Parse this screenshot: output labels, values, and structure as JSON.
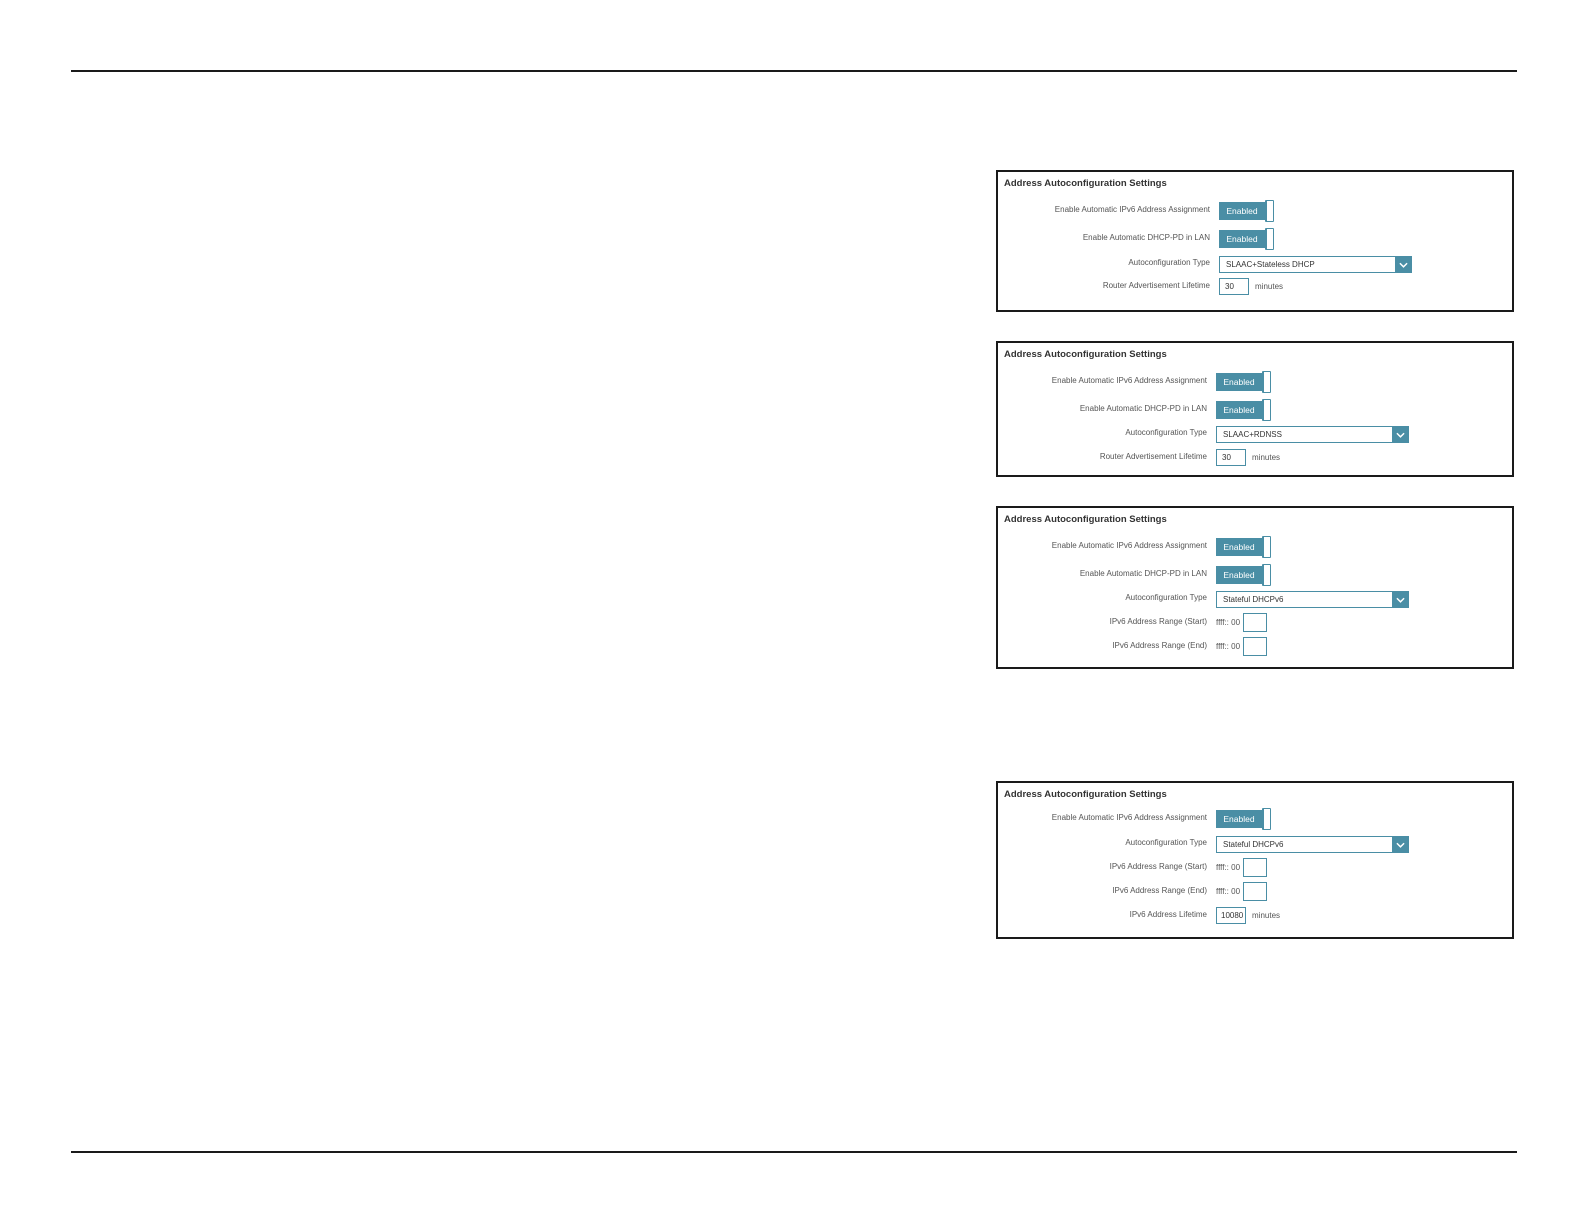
{
  "colors": {
    "accent": "#4a8ea5",
    "rule": "#1a1a1a"
  },
  "panels": [
    {
      "title": "Address Autoconfiguration Settings",
      "ipv6_assignment": {
        "label": "Enable Automatic IPv6 Address Assignment",
        "value": "Enabled"
      },
      "dhcp_pd": {
        "label": "Enable Automatic DHCP-PD in LAN",
        "value": "Enabled"
      },
      "autoconfig_type": {
        "label": "Autoconfiguration Type",
        "value": "SLAAC+Stateless DHCP"
      },
      "ra_lifetime": {
        "label": "Router Advertisement Lifetime",
        "value": "30",
        "unit": "minutes"
      }
    },
    {
      "title": "Address Autoconfiguration Settings",
      "ipv6_assignment": {
        "label": "Enable Automatic IPv6 Address Assignment",
        "value": "Enabled"
      },
      "dhcp_pd": {
        "label": "Enable Automatic DHCP-PD in LAN",
        "value": "Enabled"
      },
      "autoconfig_type": {
        "label": "Autoconfiguration Type",
        "value": "SLAAC+RDNSS"
      },
      "ra_lifetime": {
        "label": "Router Advertisement Lifetime",
        "value": "30",
        "unit": "minutes"
      }
    },
    {
      "title": "Address Autoconfiguration Settings",
      "ipv6_assignment": {
        "label": "Enable Automatic IPv6 Address Assignment",
        "value": "Enabled"
      },
      "dhcp_pd": {
        "label": "Enable Automatic DHCP-PD in LAN",
        "value": "Enabled"
      },
      "autoconfig_type": {
        "label": "Autoconfiguration Type",
        "value": "Stateful DHCPv6"
      },
      "range_start": {
        "label": "IPv6 Address Range (Start)",
        "prefix": "ffff:: 00",
        "value": ""
      },
      "range_end": {
        "label": "IPv6 Address Range (End)",
        "prefix": "ffff:: 00",
        "value": ""
      }
    },
    {
      "title": "Address Autoconfiguration Settings",
      "ipv6_assignment": {
        "label": "Enable Automatic IPv6 Address Assignment",
        "value": "Enabled"
      },
      "autoconfig_type": {
        "label": "Autoconfiguration Type",
        "value": "Stateful DHCPv6"
      },
      "range_start": {
        "label": "IPv6 Address Range (Start)",
        "prefix": "ffff:: 00",
        "value": ""
      },
      "range_end": {
        "label": "IPv6 Address Range (End)",
        "prefix": "ffff:: 00",
        "value": ""
      },
      "address_lifetime": {
        "label": "IPv6 Address Lifetime",
        "value": "10080",
        "unit": "minutes"
      }
    }
  ]
}
